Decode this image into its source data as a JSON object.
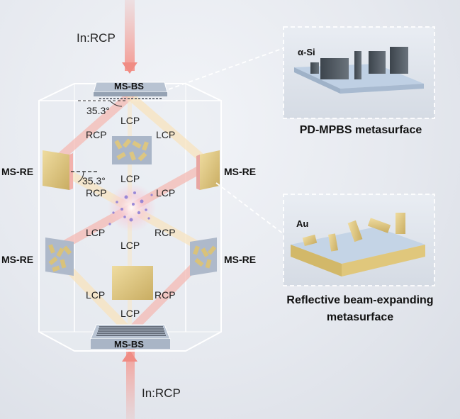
{
  "beams": {
    "input_top": "In:RCP",
    "input_bottom": "In:RCP"
  },
  "labels": {
    "ms_bs_top": "MS-BS",
    "ms_bs_bottom": "MS-BS",
    "ms_re_upper_left": "MS-RE",
    "ms_re_upper_right": "MS-RE",
    "ms_re_lower_left": "MS-RE",
    "ms_re_lower_right": "MS-RE",
    "angle_top": "35.3°",
    "angle_left": "35.3°"
  },
  "polarization": {
    "row1_center": "LCP",
    "row1_left": "RCP",
    "row1_right": "LCP",
    "row2_center": "LCP",
    "row2_left": "RCP",
    "row2_right": "LCP",
    "row3_left": "LCP",
    "row3_right": "RCP",
    "row3_center": "LCP",
    "row4_left": "LCP",
    "row4_right": "RCP",
    "row4_center": "LCP"
  },
  "insets": {
    "top_material": "α-Si",
    "top_title": "PD-MPBS metasurface",
    "bottom_material": "Au",
    "bottom_title_line1": "Reflective beam-expanding",
    "bottom_title_line2": "metasurface"
  },
  "colors": {
    "rcp_beam": "#f3a6a0",
    "lcp_beam": "#f7dfb0",
    "gold": "#d9c27a",
    "silicon": "#505a64",
    "substrate": "#c8d4e4"
  }
}
